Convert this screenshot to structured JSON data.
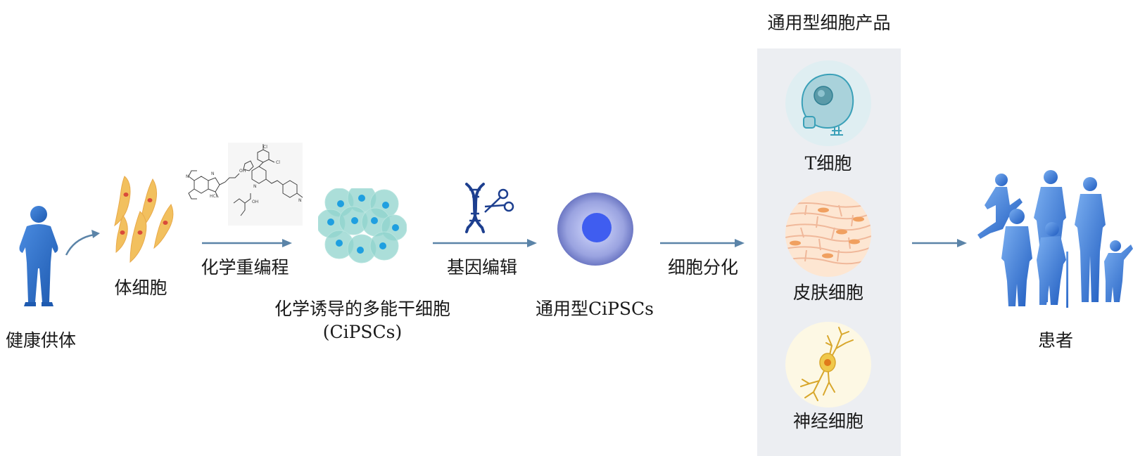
{
  "labels": {
    "healthy_donor": "健康供体",
    "somatic_cells": "体细胞",
    "chemical_reprogramming": "化学重编程",
    "cipsc_name_line1": "化学诱导的多能干细胞",
    "cipsc_name_line2": "(CiPSCs)",
    "gene_editing": "基因编辑",
    "universal_cipscs": "通用型CiPSCs",
    "cell_differentiation": "细胞分化",
    "products_title": "通用型细胞产品",
    "t_cells": "T细胞",
    "skin_cells": "皮肤细胞",
    "neural_cells": "神经细胞",
    "patients": "患者"
  },
  "colors": {
    "human_blue": "#2b6cc4",
    "arrow": "#5b84a8",
    "somatic_cell_fill": "#f2c05e",
    "somatic_nucleus": "#d94a3a",
    "cipsc_cluster": "#8fd3cc",
    "cipsc_nucleus": "#1f9fe0",
    "universal_cell_outer": "#7f86c7",
    "universal_cell_nucleus": "#3f5df0",
    "panel_bg": "#eceef2",
    "dna": "#1d3f8f"
  },
  "icons": [
    "donor-silhouette-icon",
    "somatic-cells-icon",
    "chemical-structures-icon",
    "cipsc-cluster-icon",
    "dna-scissors-icon",
    "universal-cell-icon",
    "t-cell-icon",
    "skin-cell-icon",
    "neuron-icon",
    "patients-silhouette-icon"
  ]
}
